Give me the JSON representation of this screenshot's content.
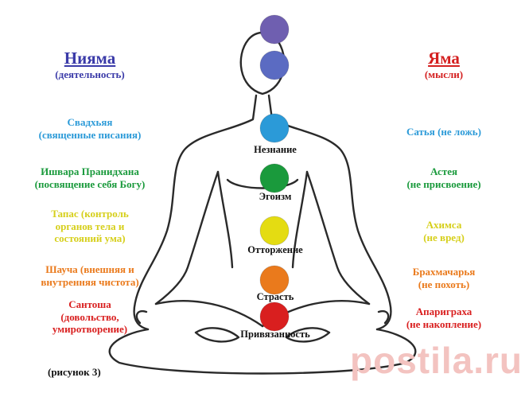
{
  "colors": {
    "niyama": "#3a3aa8",
    "yama": "#d41f1f",
    "blue": "#2b9ad8",
    "green": "#1a9a3c",
    "yellow": "#d6cf1a",
    "orange": "#ea7a1c",
    "red": "#d91f1f",
    "violet": "#6f5fb0",
    "indigo": "#5b6bc2",
    "watermark": "#f3c3c0"
  },
  "niyama": {
    "title": "Нияма",
    "subtitle": "(деятельность)",
    "items": [
      [
        "Свадхьяя",
        "(священные писания)"
      ],
      [
        "Ишвара Пранидхана",
        "(посвящение себя Богу)"
      ],
      [
        "Тапас (контроль",
        "органов тела и",
        "состояний ума)"
      ],
      [
        "Шауча (внешняя и",
        "внутренняя чистота)"
      ],
      [
        "Сантоша",
        "(довольство,",
        "умиротворение)"
      ]
    ]
  },
  "yama": {
    "title": "Яма",
    "subtitle": "(мысли)",
    "items": [
      [
        "Сатья (не ложь)"
      ],
      [
        "Астея",
        "(не присвоение)"
      ],
      [
        "Ахимса",
        "(не вред)"
      ],
      [
        "Брахмачарья",
        "(не похоть)"
      ],
      [
        "Апариграха",
        "(не накопление)"
      ]
    ]
  },
  "chakras": [
    {
      "name": "crown-chakra",
      "color": "#6f5fb0",
      "label": ""
    },
    {
      "name": "third-eye-chakra",
      "color": "#5b6bc2",
      "label": ""
    },
    {
      "name": "throat-chakra",
      "color": "#2b9ad8",
      "label": "Незнание"
    },
    {
      "name": "heart-chakra",
      "color": "#1a9a3c",
      "label": "Эгоизм"
    },
    {
      "name": "solar-plexus-chakra",
      "color": "#e4dc12",
      "label": "Отторжение"
    },
    {
      "name": "sacral-chakra",
      "color": "#ea7a1c",
      "label": "Страсть"
    },
    {
      "name": "root-chakra",
      "color": "#d91f1f",
      "label": "Привязанность"
    }
  ],
  "caption": "(рисунок 3)",
  "watermark": "postila.ru"
}
